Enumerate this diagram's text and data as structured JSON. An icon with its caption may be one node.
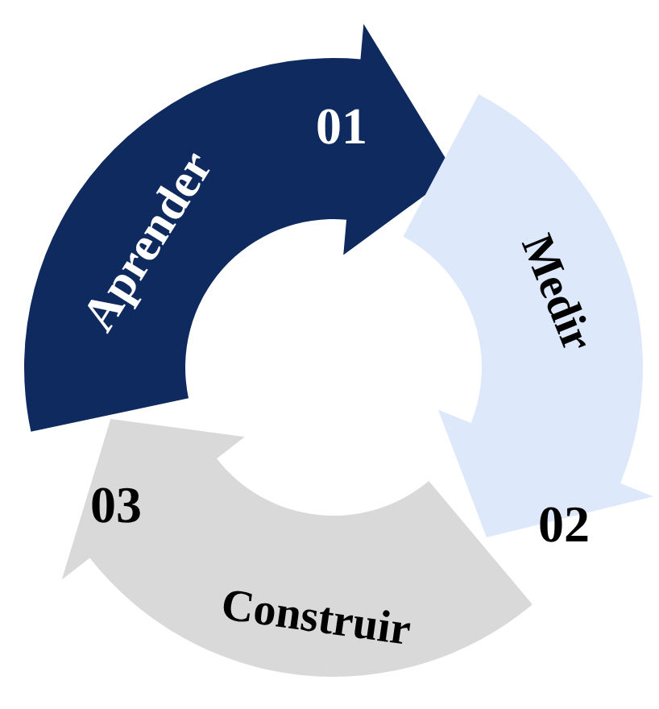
{
  "diagram": {
    "nodes": [
      {
        "text": [
          "Aprender",
          "01"
        ]
      },
      {
        "text": [
          "Medir",
          "02"
        ]
      },
      {
        "text": [
          "Construir",
          "03"
        ]
      }
    ]
  }
}
